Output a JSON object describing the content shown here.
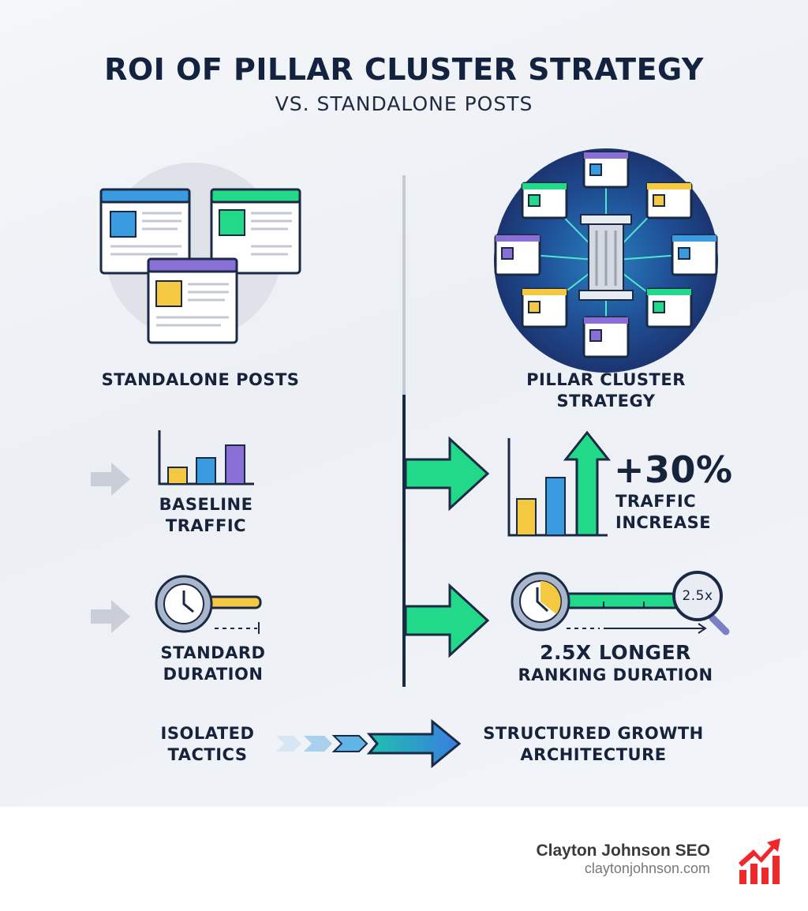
{
  "header": {
    "title": "ROI OF PILLAR CLUSTER STRATEGY",
    "subtitle": "VS. STANDALONE POSTS"
  },
  "left": {
    "heading": "STANDALONE POSTS",
    "traffic": {
      "line1": "BASELINE",
      "line2": "TRAFFIC"
    },
    "duration": {
      "line1": "STANDARD",
      "line2": "DURATION"
    }
  },
  "right": {
    "heading": {
      "line1": "PILLAR CLUSTER",
      "line2": "STRATEGY"
    },
    "traffic": {
      "value": "+30%",
      "line1": "TRAFFIC",
      "line2": "INCREASE"
    },
    "duration": {
      "badge": "2.5x",
      "line1": "2.5X LONGER",
      "line2": "RANKING DURATION"
    }
  },
  "bottom": {
    "from": {
      "line1": "ISOLATED",
      "line2": "TACTICS"
    },
    "to": {
      "line1": "STRUCTURED GROWTH",
      "line2": "ARCHITECTURE"
    }
  },
  "footer": {
    "brand": "Clayton Johnson SEO",
    "url": "claytonjohnson.com"
  },
  "colors": {
    "navy": "#13233f",
    "green": "#22d98a",
    "blue": "#3a9be0",
    "yellow": "#f4c840",
    "purple": "#8a6fd6",
    "red": "#f0282a"
  }
}
